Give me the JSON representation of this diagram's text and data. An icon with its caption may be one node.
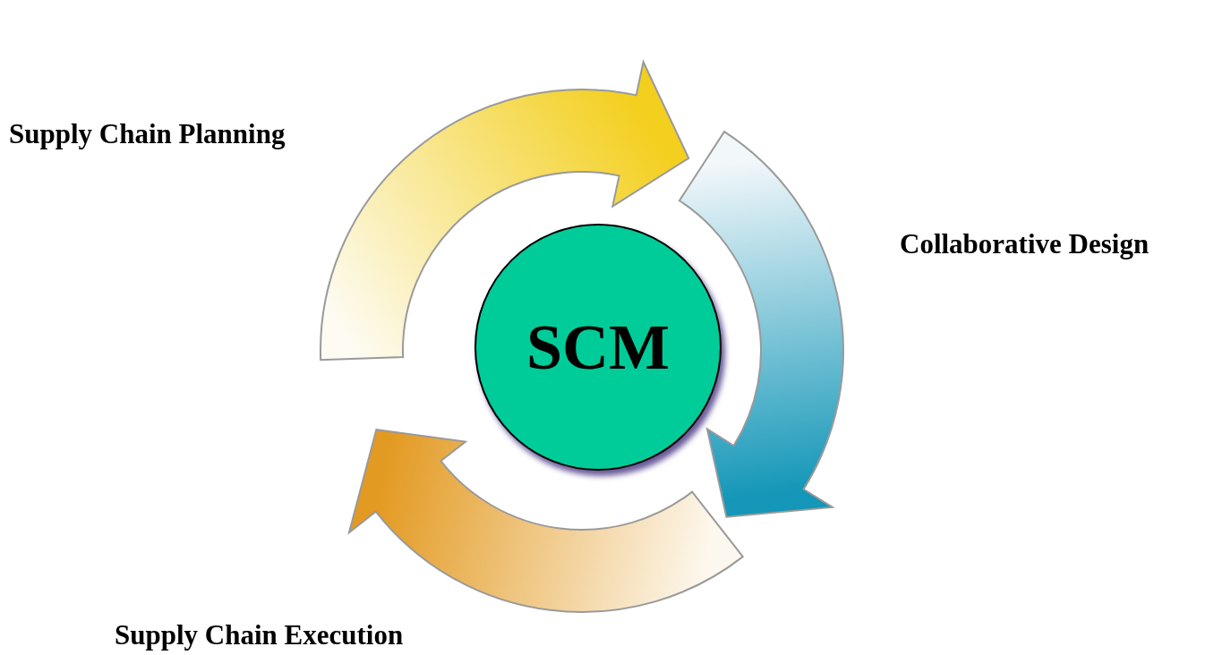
{
  "diagram": {
    "nodes": [
      {
        "text": [
          "SCM"
        ]
      },
      {
        "text": [],
        "shape": "arrow",
        "beside": [
          "Supply Chain Planning"
        ]
      },
      {
        "text": [],
        "shape": "arrow",
        "beside": [
          "Collaborative Design"
        ]
      },
      {
        "text": [],
        "shape": "arrow",
        "beside": [
          "Supply Chain Execution"
        ]
      }
    ]
  }
}
